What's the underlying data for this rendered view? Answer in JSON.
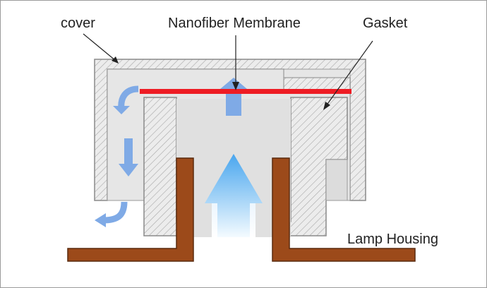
{
  "labels": {
    "cover": "cover",
    "membrane": "Nanofiber Membrane",
    "gasket": "Gasket",
    "housing": "Lamp Housing"
  },
  "colors": {
    "hatch_fill": "#ececec",
    "hatch_line": "#a8a8a8",
    "part_edge": "#8a8a8a",
    "interior": "#e3e3e3",
    "membrane": "#ee1c24",
    "housing": "#9c4a1a",
    "housing_edge": "#5a2a0e",
    "airflow": "#7faae6",
    "center_flow_top": "#49a6ee",
    "center_flow_bottom": "#f4fbff"
  }
}
